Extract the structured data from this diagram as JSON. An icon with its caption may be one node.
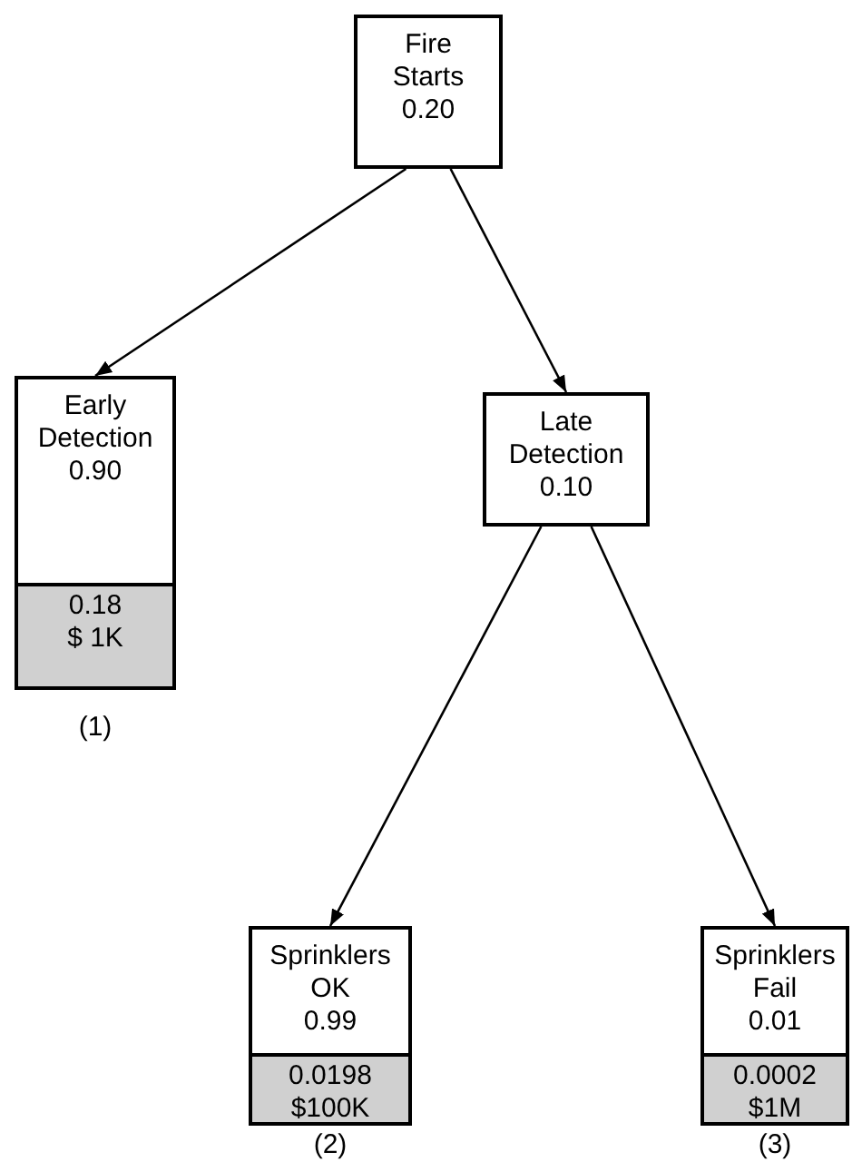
{
  "diagram": {
    "nodes": [
      {
        "text": [
          "Fire Starts",
          "0.20"
        ]
      },
      {
        "text": [
          "Early Detection",
          "0.90"
        ],
        "beside": [
          "(1)"
        ]
      },
      {
        "text": [
          "0.18",
          "$ 1K"
        ],
        "in": 1
      },
      {
        "text": [
          "Late Detection",
          "0.10"
        ]
      },
      {
        "text": [
          "Sprinklers OK",
          "0.99"
        ],
        "beside": [
          "(2)"
        ]
      },
      {
        "text": [
          "0.0198",
          "$100K"
        ],
        "in": 4
      },
      {
        "text": [
          "Sprinklers Fail",
          "0.01"
        ],
        "beside": [
          "(3)"
        ]
      },
      {
        "text": [
          "0.0002",
          "$1M"
        ],
        "in": 6
      }
    ],
    "edges": [
      {
        "from": 0,
        "to": 1,
        "arrow": "to"
      },
      {
        "from": 0,
        "to": 3,
        "arrow": "to"
      },
      {
        "from": 3,
        "to": 4,
        "arrow": "to"
      },
      {
        "from": 3,
        "to": 6,
        "arrow": "to"
      }
    ]
  }
}
